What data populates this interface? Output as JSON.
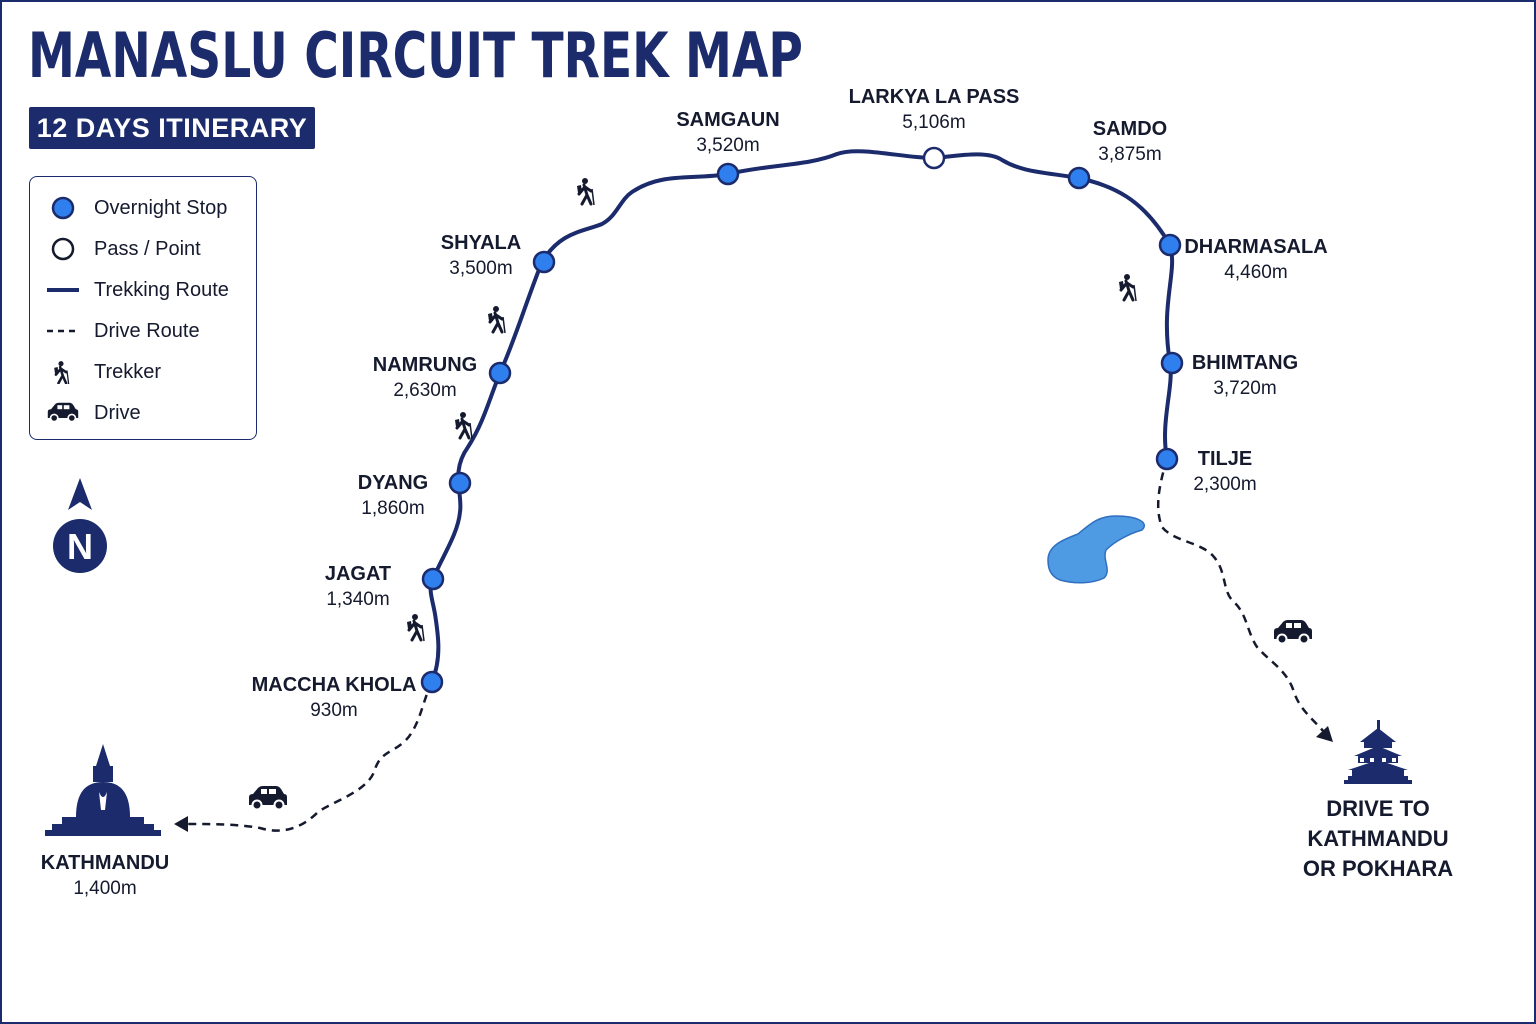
{
  "title": "MANASLU CIRCUIT TREK MAP",
  "badge": "12 DAYS ITINERARY",
  "colors": {
    "route": "#1b2b6b",
    "stop_fill": "#2f7fef",
    "water": "#4f9be3"
  },
  "legend": [
    {
      "icon": "overnight-stop-marker",
      "label": "Overnight Stop"
    },
    {
      "icon": "pass-point-marker",
      "label": "Pass / Point"
    },
    {
      "icon": "trekking-route-line",
      "label": "Trekking Route"
    },
    {
      "icon": "drive-route-dashed-line",
      "label": "Drive Route"
    },
    {
      "icon": "trekker-icon",
      "label": "Trekker"
    },
    {
      "icon": "car-icon",
      "label": "Drive"
    }
  ],
  "compass": {
    "letter": "N"
  },
  "stops": [
    {
      "name": "KATHMANDU",
      "elevation": "1,400m",
      "type": "start"
    },
    {
      "name": "MACCHA KHOLA",
      "elevation": "930m",
      "type": "overnight"
    },
    {
      "name": "JAGAT",
      "elevation": "1,340m",
      "type": "overnight"
    },
    {
      "name": "DYANG",
      "elevation": "1,860m",
      "type": "overnight"
    },
    {
      "name": "NAMRUNG",
      "elevation": "2,630m",
      "type": "overnight"
    },
    {
      "name": "SHYALA",
      "elevation": "3,500m",
      "type": "overnight"
    },
    {
      "name": "SAMGAUN",
      "elevation": "3,520m",
      "type": "overnight"
    },
    {
      "name": "LARKYA LA PASS",
      "elevation": "5,106m",
      "type": "pass"
    },
    {
      "name": "SAMDO",
      "elevation": "3,875m",
      "type": "overnight"
    },
    {
      "name": "DHARMASALA",
      "elevation": "4,460m",
      "type": "overnight"
    },
    {
      "name": "BHIMTANG",
      "elevation": "3,720m",
      "type": "overnight"
    },
    {
      "name": "TILJE",
      "elevation": "2,300m",
      "type": "overnight"
    }
  ],
  "end": {
    "lines": [
      "DRIVE TO",
      "KATHMANDU",
      "OR POKHARA"
    ]
  }
}
